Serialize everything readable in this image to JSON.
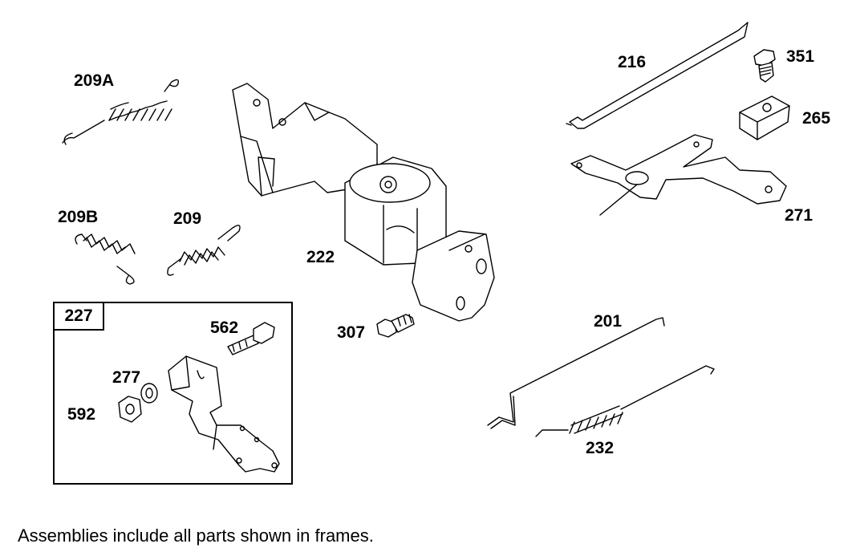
{
  "parts": {
    "p209A": "209A",
    "p209B": "209B",
    "p209": "209",
    "p222": "222",
    "p307": "307",
    "p216": "216",
    "p351": "351",
    "p265": "265",
    "p271": "271",
    "p201": "201",
    "p232": "232",
    "p227": "227",
    "p562": "562",
    "p277": "277",
    "p592": "592"
  },
  "footnote": "Assemblies include all parts shown in frames."
}
